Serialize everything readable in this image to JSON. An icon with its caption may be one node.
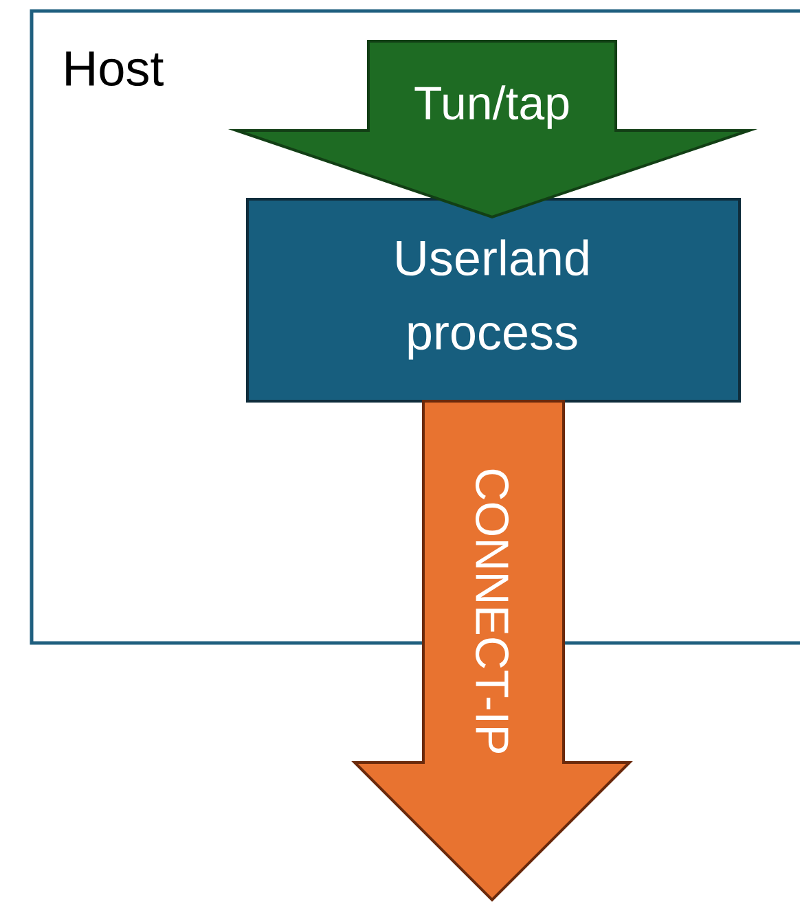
{
  "diagram": {
    "nodes": [
      {
        "text": [
          "Host"
        ]
      },
      {
        "text": [
          "Tun/tap"
        ],
        "in": 0
      },
      {
        "text": [
          "Userland process"
        ],
        "in": 0
      },
      {
        "text": [
          "CONNECT-IP"
        ]
      }
    ]
  }
}
